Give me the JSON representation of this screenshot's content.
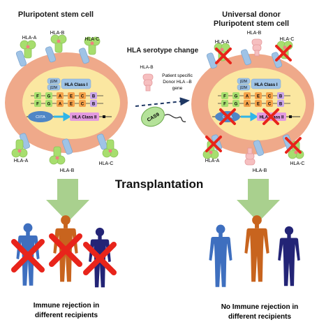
{
  "left": {
    "title": "Pluripotent stem cell",
    "hla_top": [
      "HLA-A",
      "HLA-B",
      "HLA-C"
    ],
    "hla_bottom": [
      "HLA-A",
      "HLA-B",
      "HLA-C"
    ],
    "nucleus": {
      "b2m": "β2M",
      "class1": "HLA Class I",
      "ciita": "CIITA",
      "class2": "HLA Class II",
      "gene_row": [
        "F",
        "G",
        "A",
        "E",
        "C",
        "B"
      ]
    },
    "caption_line1": "Immune rejection in",
    "caption_line2": "different recipients"
  },
  "middle": {
    "title": "HLA serotype change",
    "hlab_label": "HLA-B",
    "gene_line1": "Patient specific",
    "gene_line2": "Donor HLA –B",
    "gene_line3": "gene",
    "cas9": "CAS9",
    "transplantation": "Transplantation"
  },
  "right": {
    "title_line1": "Universal donor",
    "title_line2": "Pluripotent stem cell",
    "hla_top": [
      "HLA-A",
      "HLA-B",
      "HLA-C"
    ],
    "hla_bottom": [
      "HLA-A",
      "HLA-B",
      "HLA-C"
    ],
    "nucleus": {
      "b2m": "β2M",
      "class1": "HLA Class I",
      "ciita": "CIITA",
      "class2": "HLA Class II",
      "gene_row": [
        "F",
        "G",
        "A",
        "E",
        "C",
        "B"
      ]
    },
    "caption_line1": "No Immune rejection in",
    "caption_line2": "different recipients"
  },
  "colors": {
    "cell_outer": "#EFA98A",
    "cell_inner": "#FBE7A1",
    "hla_green": "#A7DE6E",
    "hla_blue": "#9FC3E6",
    "hla_pink": "#F6BFC0",
    "ciita": "#4F86C6",
    "class2": "#E39AE0",
    "arrow_green": "#A9D08E",
    "cross": "#E8241B",
    "person_blue": "#3E6FBF",
    "person_orange": "#C8641E",
    "person_navy": "#232476"
  }
}
